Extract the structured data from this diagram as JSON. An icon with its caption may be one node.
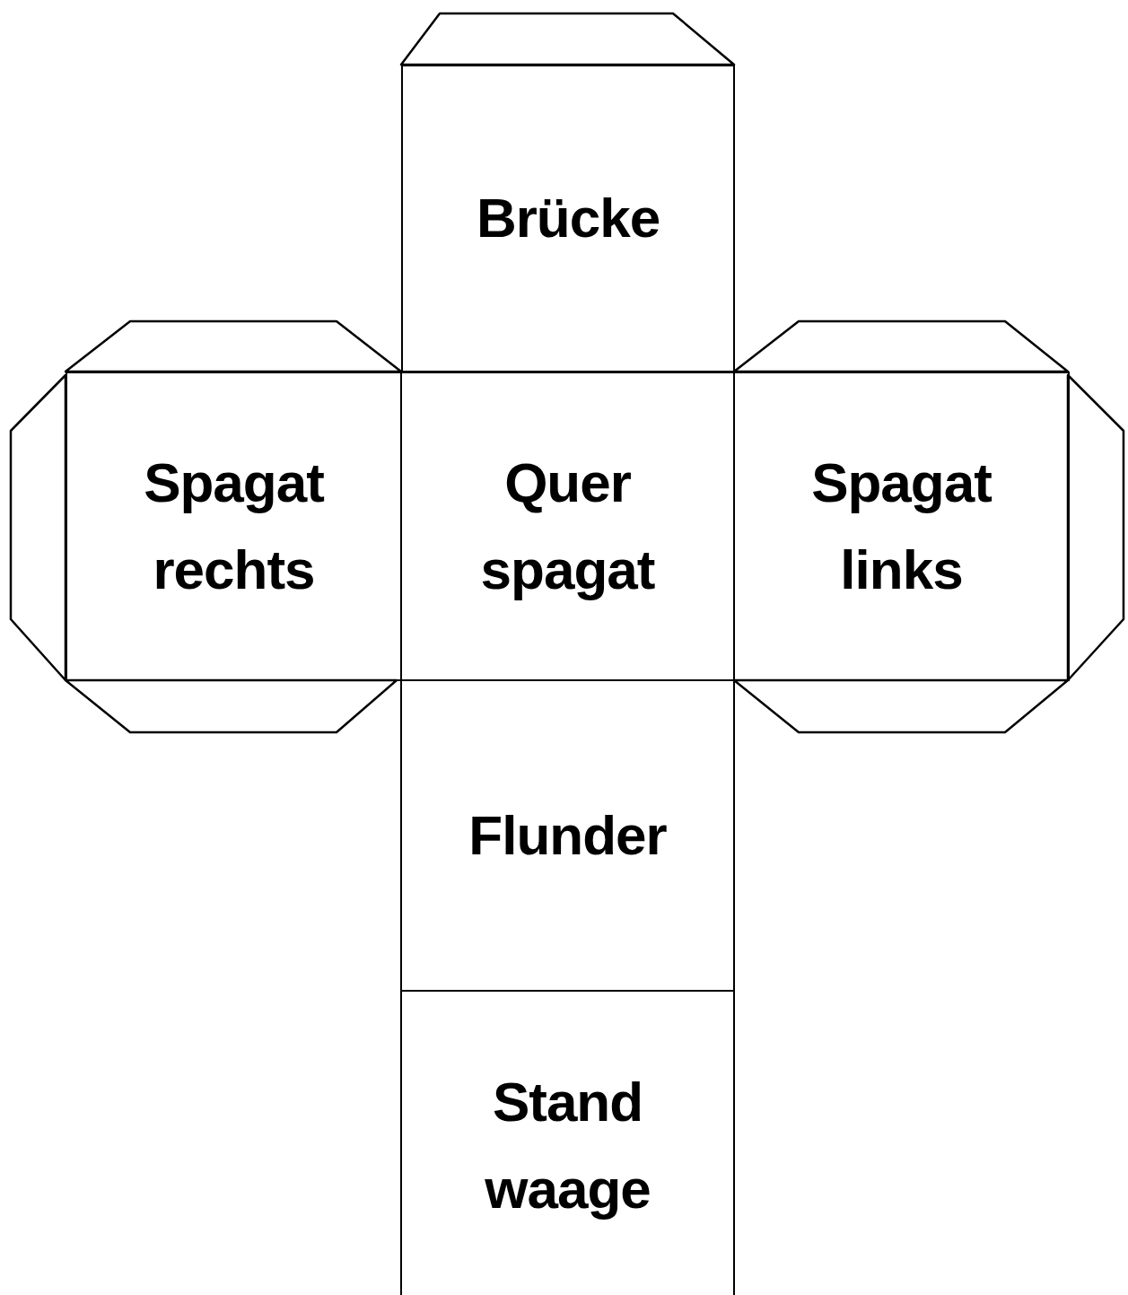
{
  "diagram": {
    "nodes": [
      {
        "text": [
          "Brücke"
        ]
      },
      {
        "text": [
          "Spagat rechts"
        ]
      },
      {
        "text": [
          "Quer spagat"
        ]
      },
      {
        "text": [
          "Spagat links"
        ]
      },
      {
        "text": [
          "Flunder"
        ]
      },
      {
        "text": [
          "Stand waage"
        ]
      },
      {
        "text": [],
        "shape": "trapezoid"
      },
      {
        "text": [],
        "shape": "trapezoid"
      },
      {
        "text": [],
        "shape": "trapezoid"
      },
      {
        "text": [],
        "shape": "trapezoid"
      },
      {
        "text": [],
        "shape": "trapezoid"
      },
      {
        "text": [],
        "shape": "trapezoid"
      },
      {
        "text": [],
        "shape": "trapezoid"
      }
    ]
  }
}
